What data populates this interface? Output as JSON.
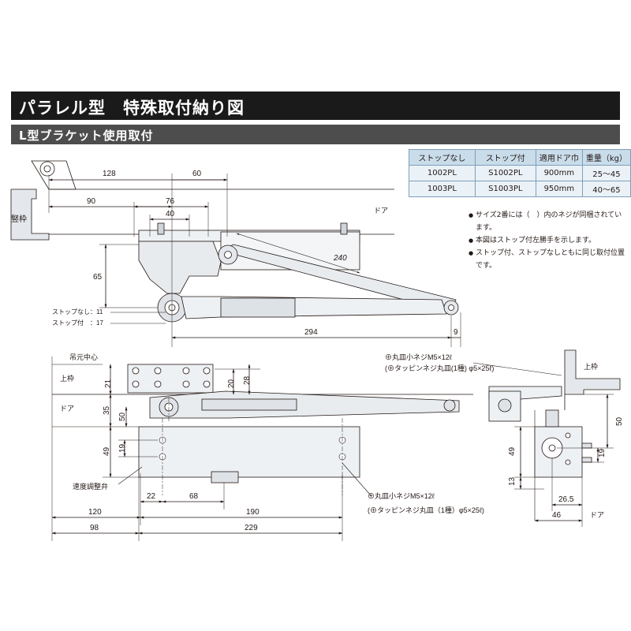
{
  "title": "パラレル型　特殊取付納り図",
  "subtitle": "L型ブラケット使用取付",
  "spec_table": {
    "headers": [
      "ストップなし",
      "ストップ付",
      "適用ドア巾",
      "重量（kg）"
    ],
    "rows": [
      [
        "1002PL",
        "S1002PL",
        "900mm",
        "25～45"
      ],
      [
        "1003PL",
        "S1003PL",
        "950mm",
        "40～65"
      ]
    ]
  },
  "notes": [
    "サイズ2番には（　）内のネジが同梱されています。",
    "本図はストップ付左勝手を示します。",
    "ストップ付、ストップなしともに同じ取付位置です。"
  ],
  "top_view": {
    "labels": {
      "frame": "竪枠",
      "door": "ドア",
      "stop_none": "ストップなし：11",
      "stop_with": "ストップ付　：17"
    },
    "dims": {
      "d128": "128",
      "d60": "60",
      "d90": "90",
      "d76": "76",
      "d40": "40",
      "d65": "65",
      "d240": "240",
      "d294": "294",
      "d9": "9"
    }
  },
  "front_view": {
    "labels": {
      "hinge_center": "吊元中心",
      "head": "上枠",
      "door": "ドア",
      "valve": "速度調整弁"
    },
    "screw_top": [
      "⊕丸皿小ネジM5×12ℓ",
      "(⊕タッピンネジ丸皿(1種) φ5×25ℓ)"
    ],
    "screw_bottom": [
      "⊕丸皿小ネジM5×12ℓ",
      "(⊕タッピンネジ丸皿（1種）φ5×25ℓ)"
    ],
    "dims": {
      "d21": "21",
      "d20": "20",
      "d28": "28",
      "d35": "35",
      "d50": "50",
      "d49": "49",
      "d19": "19",
      "d22": "22",
      "d68": "68",
      "d120": "120",
      "d190": "190",
      "d98": "98",
      "d229": "229"
    }
  },
  "side_view": {
    "labels": {
      "head": "上枠",
      "door": "ドア"
    },
    "dims": {
      "d50": "50",
      "d49": "49",
      "d19": "19",
      "d13": "13",
      "d26_5": "26.5",
      "d46": "46"
    }
  }
}
